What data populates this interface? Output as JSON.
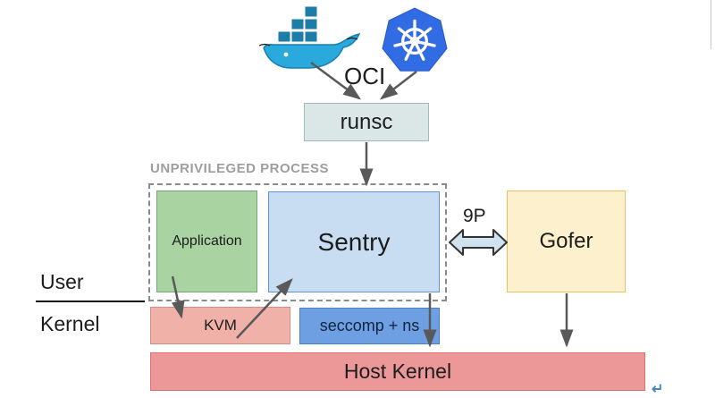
{
  "labels": {
    "oci": "OCI",
    "runsc": "runsc",
    "unprivileged_process": "UNPRIVILEGED PROCESS",
    "application": "Application",
    "sentry": "Sentry",
    "nine_p": "9P",
    "gofer": "Gofer",
    "user": "User",
    "kernel": "Kernel",
    "kvm": "KVM",
    "seccomp_ns": "seccomp + ns",
    "host_kernel": "Host Kernel",
    "return_mark": "↵"
  },
  "icons": {
    "docker": "docker-icon",
    "kubernetes": "kubernetes-icon",
    "ninep_double_arrow": "double-arrow-icon"
  },
  "colors": {
    "runsc_fill": "#dae7e6",
    "runsc_border": "#9fbcba",
    "application_fill": "#a9d4a1",
    "application_border": "#74a874",
    "sentry_fill": "#c9ddf2",
    "sentry_border": "#6195d1",
    "gofer_fill": "#fdf0cd",
    "gofer_border": "#ecc05f",
    "kvm_fill": "#f0b1a9",
    "kvm_border": "#d78d84",
    "seccomp_fill": "#6f9fe3",
    "seccomp_border": "#4a7ec2",
    "host_kernel_fill": "#ec9898",
    "host_kernel_border": "#dd7070",
    "arrow_gray": "#595959",
    "dashed_border_gray": "#8a8a8a",
    "unprivileged_text_gray": "#9e9e9e",
    "docker_blue": "#29a9dc",
    "kubernetes_blue": "#326ce5",
    "ninep_arrow_fill": "#cfe2f0",
    "return_mark_blue": "#4a86c8"
  }
}
